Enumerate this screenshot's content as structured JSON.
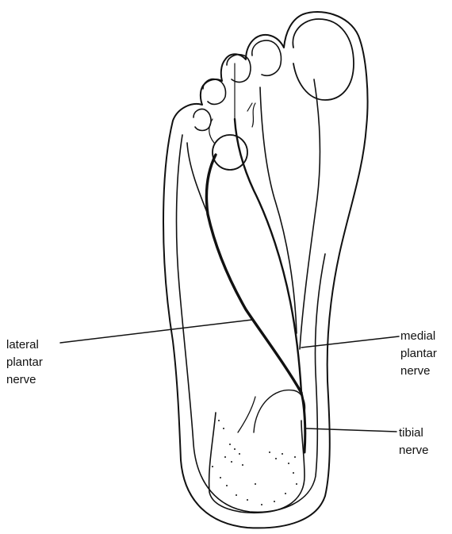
{
  "diagram": {
    "labels": {
      "lateral_plantar_nerve": [
        "lateral",
        "plantar",
        "nerve"
      ],
      "medial_plantar_nerve": [
        "medial",
        "plantar",
        "nerve"
      ],
      "tibial_nerve": [
        "tibial",
        "nerve"
      ]
    },
    "colors": {
      "line": "#111111",
      "background": "#ffffff"
    }
  }
}
